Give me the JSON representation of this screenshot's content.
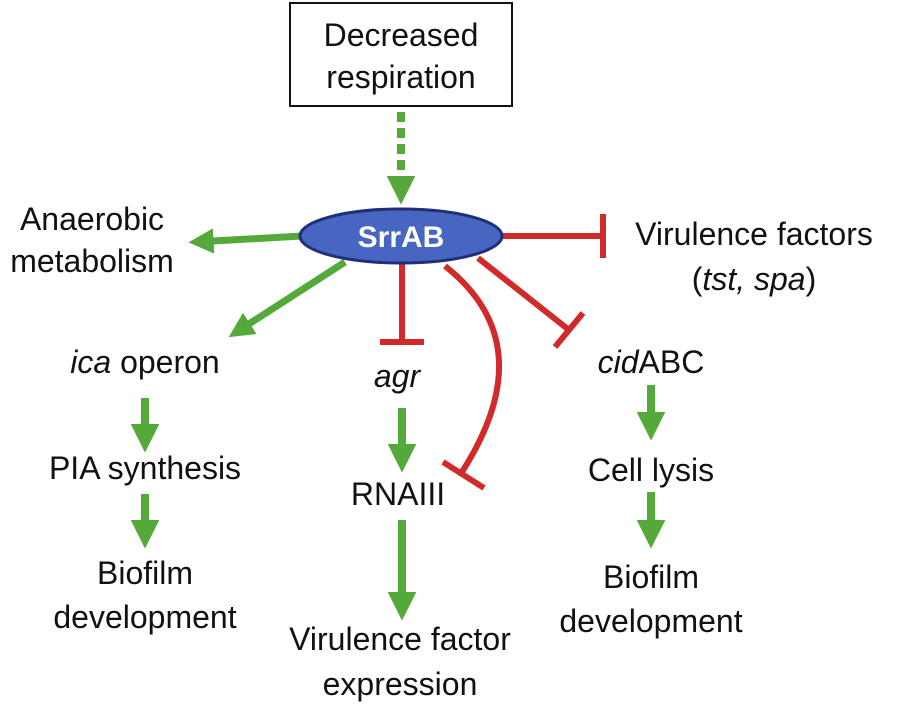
{
  "colors": {
    "activation": "#55a83a",
    "inhibition": "#d02a2a",
    "hub_fill": "#4766c2",
    "hub_stroke": "#1f2f78",
    "text": "#111111"
  },
  "signal": {
    "line1": "Decreased",
    "line2": "respiration"
  },
  "hub": {
    "label": "SrrAB"
  },
  "left": {
    "anaerobic_line1": "Anaerobic",
    "anaerobic_line2": "metabolism",
    "ica_italic": "ica",
    "ica_rest": " operon",
    "pia": "PIA synthesis",
    "biofilm_line1": "Biofilm",
    "biofilm_line2": "development"
  },
  "middle": {
    "agr": "agr",
    "rnaiii": "RNAIII",
    "virulence_line1": "Virulence factor",
    "virulence_line2": "expression"
  },
  "right": {
    "vf_line1": "Virulence factors",
    "vf_open": "(",
    "vf_genes": "tst, spa",
    "vf_close": ")",
    "cid_italic": "cid",
    "cid_rest": "ABC",
    "lysis": "Cell lysis",
    "biofilm_line1": "Biofilm",
    "biofilm_line2": "development"
  }
}
